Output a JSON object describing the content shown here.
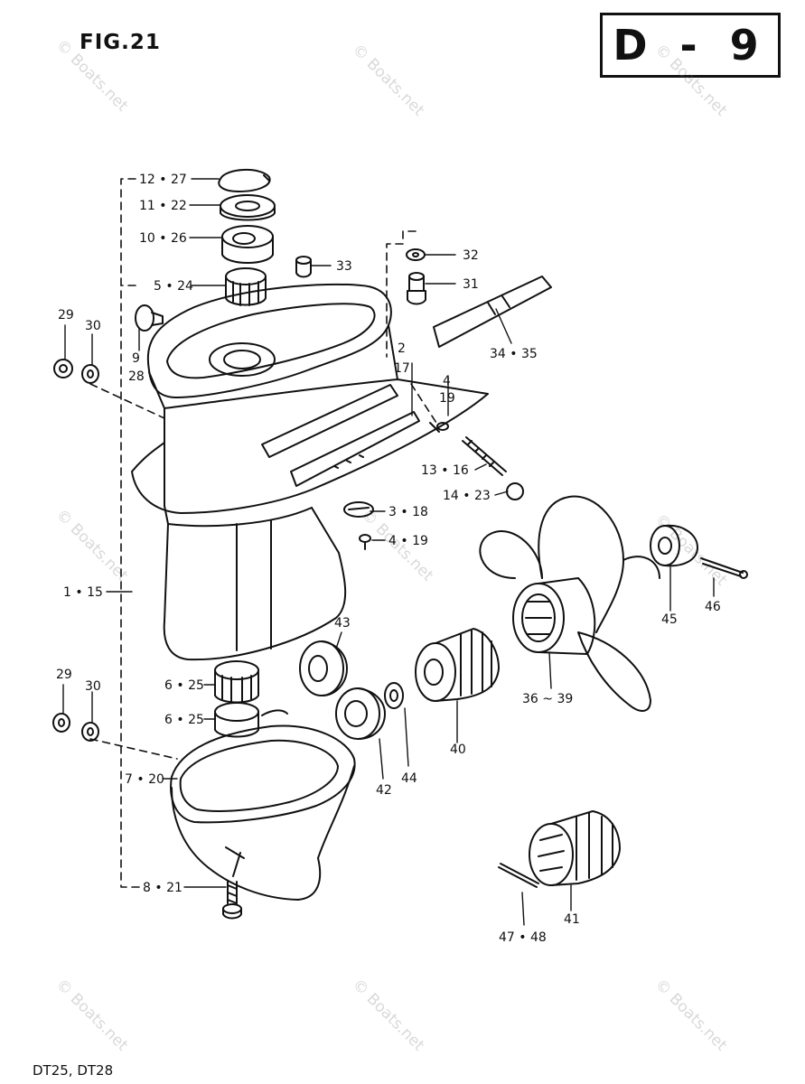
{
  "header": {
    "figure": "FIG.21",
    "code": "D - 9"
  },
  "footer": {
    "models": "DT25, DT28"
  },
  "watermark": {
    "text": "© Boats.net"
  },
  "parts": {
    "p12_27": "12 • 27",
    "p11_22": "11 • 22",
    "p10_26": "10 • 26",
    "p5_24": "5 • 24",
    "p33": "33",
    "p32": "32",
    "p31": "31",
    "p29a": "29",
    "p30a": "30",
    "p9": "9",
    "p28": "28",
    "p2": "2",
    "p17": "17",
    "p4": "4",
    "p19": "19",
    "p34_35": "34 • 35",
    "p13_16": "13 • 16",
    "p14_23": "14 • 23",
    "p3_18": "3 • 18",
    "p4_19": "4 • 19",
    "p1_15": "1 • 15",
    "p43": "43",
    "p6_25a": "6 • 25",
    "p6_25b": "6 • 25",
    "p29b": "29",
    "p30b": "30",
    "p7_20": "7 • 20",
    "p42": "42",
    "p44": "44",
    "p40": "40",
    "p36_39": "36 ~ 39",
    "p45": "45",
    "p46": "46",
    "p8_21": "8 • 21",
    "p41": "41",
    "p47_48": "47 • 48"
  }
}
